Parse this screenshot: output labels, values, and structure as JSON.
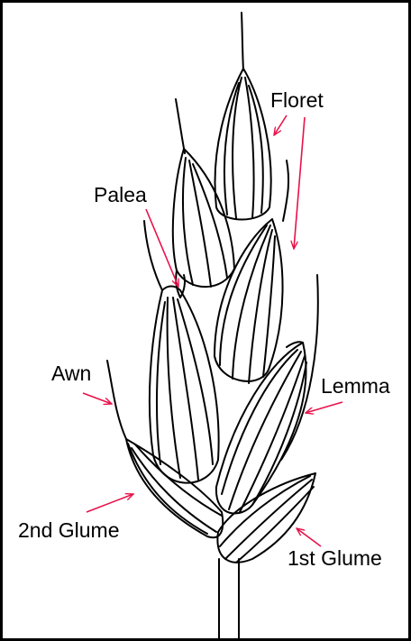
{
  "labels": {
    "floret": "Floret",
    "palea": "Palea",
    "awn": "Awn",
    "lemma": "Lemma",
    "glume2": "2nd Glume",
    "glume1": "1st Glume"
  },
  "colors": {
    "arrow": "#e8124a",
    "ink": "#000000",
    "background": "#ffffff",
    "frame": "#000000"
  }
}
